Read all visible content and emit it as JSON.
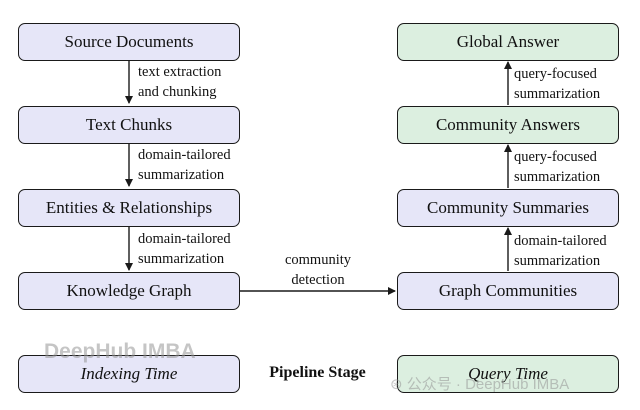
{
  "boxes": {
    "source_documents": "Source Documents",
    "text_chunks": "Text Chunks",
    "entities_relationships": "Entities & Relationships",
    "knowledge_graph": "Knowledge Graph",
    "indexing_time": "Indexing Time",
    "global_answer": "Global Answer",
    "community_answers": "Community Answers",
    "community_summaries": "Community Summaries",
    "graph_communities": "Graph Communities",
    "query_time": "Query Time"
  },
  "edge_labels": {
    "extraction": [
      "text extraction",
      "and chunking"
    ],
    "domain_summ_1": [
      "domain-tailored",
      "summarization"
    ],
    "domain_summ_2": [
      "domain-tailored",
      "summarization"
    ],
    "community_detection": [
      "community",
      "detection"
    ],
    "domain_summ_3": [
      "domain-tailored",
      "summarization"
    ],
    "query_summ_1": [
      "query-focused",
      "summarization"
    ],
    "query_summ_2": [
      "query-focused",
      "summarization"
    ]
  },
  "stage_label": "Pipeline Stage",
  "watermarks": {
    "left": "DeepHub IMBA",
    "right": "⊛ 公众号 · DeepHub IMBA"
  },
  "colors": {
    "indexing_fill": "#e6e6f8",
    "query_fill": "#dcefe0",
    "stroke": "#1a1a1a"
  }
}
